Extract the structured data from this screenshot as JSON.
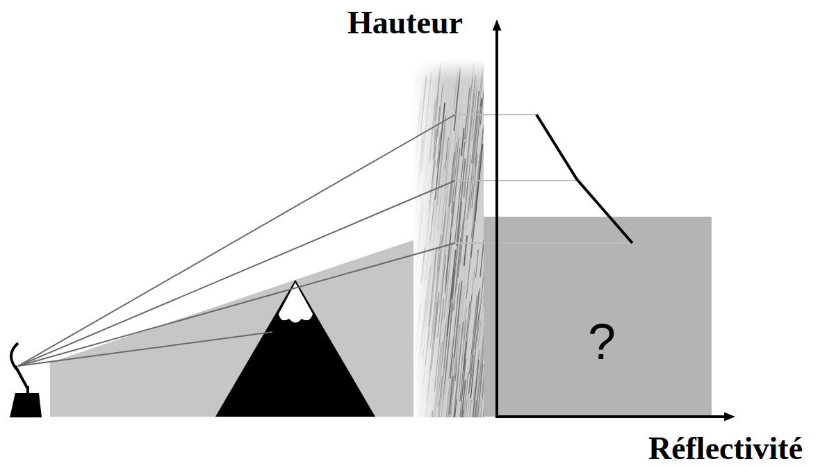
{
  "diagram": {
    "labels": [
      "Hauteur",
      "Réflectivité",
      "?"
    ]
  }
}
